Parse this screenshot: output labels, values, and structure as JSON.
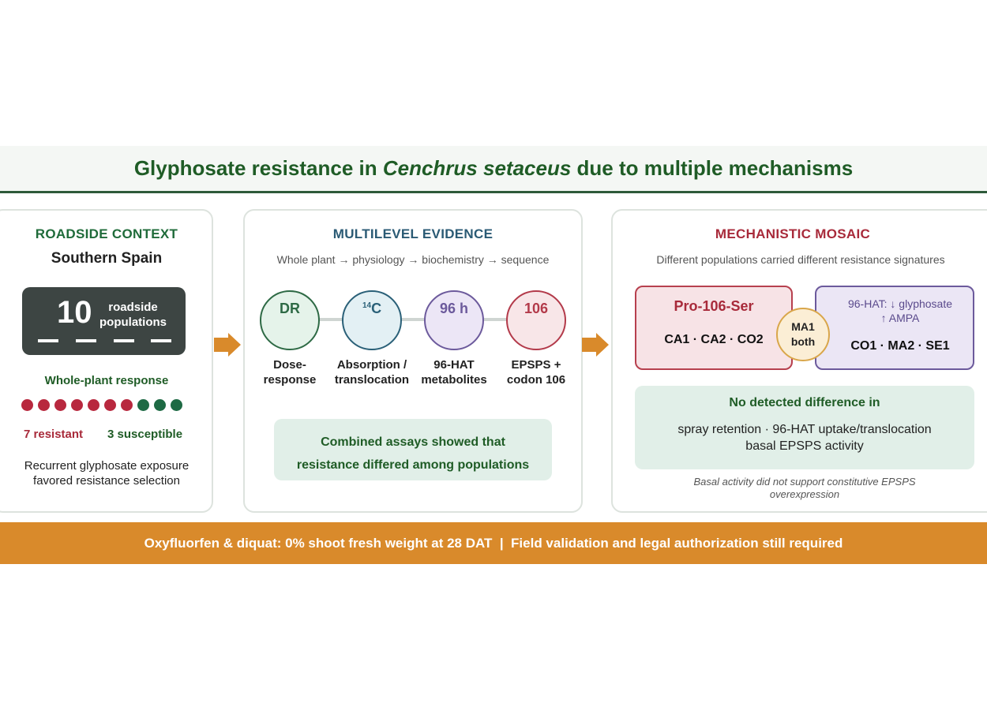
{
  "header": {
    "title_pre": "Glyphosate resistance in ",
    "title_species": "Cenchrus setaceus",
    "title_post": " due to multiple mechanisms"
  },
  "context": {
    "title": "ROADSIDE CONTEXT",
    "region": "Southern Spain",
    "count": "10",
    "count_label_1": "roadside",
    "count_label_2": "populations",
    "response_title": "Whole-plant response",
    "resistant_count": 7,
    "susceptible_count": 3,
    "resistant_label": "7 resistant",
    "susceptible_label": "3 susceptible",
    "note_1": "Recurrent glyphosate exposure",
    "note_2": "favored resistance selection",
    "colors": {
      "resistant": "#b8283e",
      "susceptible": "#1e6a44"
    }
  },
  "evidence": {
    "title": "MULTILEVEL EVIDENCE",
    "subtitle": "Whole plant → physiology → biochemistry → sequence",
    "steps": [
      {
        "code": "DR",
        "line1": "Dose-",
        "line2": "response"
      },
      {
        "code_sup": "14",
        "code": "C",
        "line1": "Absorption /",
        "line2": "translocation"
      },
      {
        "code": "96 h",
        "line1": "96-HAT",
        "line2": "metabolites"
      },
      {
        "code": "106",
        "line1": "EPSPS +",
        "line2": "codon 106"
      }
    ],
    "combined_1": "Combined assays showed that",
    "combined_2": "resistance differed among populations"
  },
  "mosaic": {
    "title": "MECHANISTIC MOSAIC",
    "subtitle": "Different populations carried different resistance signatures",
    "mutation": {
      "label": "Pro-106-Ser",
      "populations": "CA1 · CA2 · CO2"
    },
    "overlap": {
      "line1": "MA1",
      "line2": "both"
    },
    "metabolism": {
      "line1": "96-HAT: ↓ glyphosate",
      "line2": "↑ AMPA",
      "populations": "CO1 · MA2 · SE1"
    },
    "no_diff": {
      "title": "No detected difference in",
      "line1": "spray retention · 96-HAT uptake/translocation",
      "line2": "basal EPSPS activity"
    },
    "footnote_1": "Basal activity did not support constitutive EPSPS",
    "footnote_2": "overexpression"
  },
  "footer": {
    "text": "Oxyfluorfen & diquat: 0% shoot fresh weight at 28 DAT  |  Field validation and legal authorization still required"
  }
}
